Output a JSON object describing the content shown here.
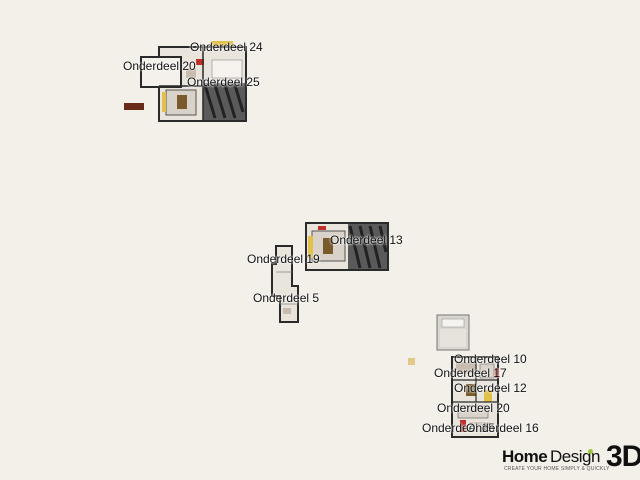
{
  "canvas": {
    "background": "#f3efe9",
    "wall_color": "#2a2a2a",
    "floor_color": "#e9e4dc",
    "accent_red": "#c0302a",
    "accent_yellow": "#e2c14a"
  },
  "labels": {
    "part24": "Onderdeel 24",
    "part20a": "Onderdeel 20",
    "part25": "Onderdeel 25",
    "part13": "Onderdeel 13",
    "part19": "Onderdeel 19",
    "part5": "Onderdeel 5",
    "part10": "Onderdeel 10",
    "part17": "Onderdeel 17",
    "part12": "Onderdeel 12",
    "part20b": "Onderdeel 20",
    "part15": "Onderdeel 15",
    "part16": "Onderdeel 16"
  },
  "logo": {
    "home": "Home",
    "design": "Design",
    "three_d": "3D",
    "tagline": "CREATE YOUR HOME SIMPLY & QUICKLY"
  }
}
